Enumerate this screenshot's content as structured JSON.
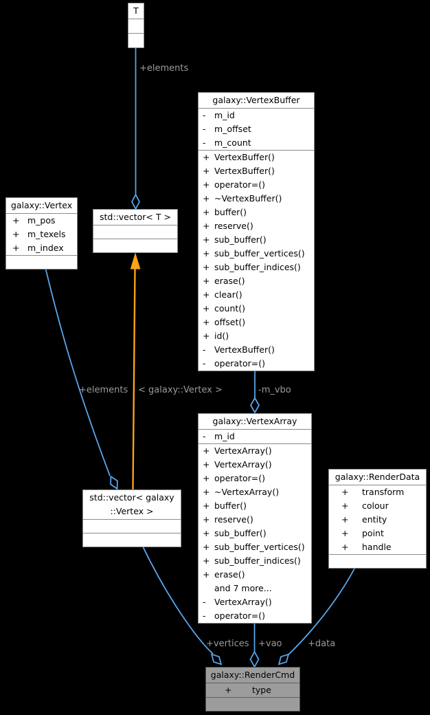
{
  "diagram": {
    "title": "galaxy::RenderCmd collaboration diagram",
    "colors": {
      "background": "#000000",
      "edge_blue": "#58a6ec",
      "edge_orange": "#fba318",
      "edge_label_text": "#9b9b9b",
      "node_fill": "#ffffff",
      "node_border": "#8a8a8a",
      "node_text": "#000000",
      "highlight_node_fill": "#9c9c9c",
      "highlight_node_border": "#4f4f4f"
    }
  },
  "classes": {
    "t": {
      "title": "T"
    },
    "std_vector_t": {
      "title": "std::vector< T >"
    },
    "std_vector_vertex": {
      "title": "std::vector< galaxy\n::Vertex >"
    },
    "vertex": {
      "title": "galaxy::Vertex",
      "attributes": [
        {
          "v": "+",
          "n": "m_pos"
        },
        {
          "v": "+",
          "n": "m_texels"
        },
        {
          "v": "+",
          "n": "m_index"
        }
      ]
    },
    "vertex_buffer": {
      "title": "galaxy::VertexBuffer",
      "attributes": [
        {
          "v": "-",
          "n": "m_id"
        },
        {
          "v": "-",
          "n": "m_offset"
        },
        {
          "v": "-",
          "n": "m_count"
        }
      ],
      "methods": [
        {
          "v": "+",
          "n": "VertexBuffer()"
        },
        {
          "v": "+",
          "n": "VertexBuffer()"
        },
        {
          "v": "+",
          "n": "operator=()"
        },
        {
          "v": "+",
          "n": "~VertexBuffer()"
        },
        {
          "v": "+",
          "n": "buffer()"
        },
        {
          "v": "+",
          "n": "reserve()"
        },
        {
          "v": "+",
          "n": "sub_buffer()"
        },
        {
          "v": "+",
          "n": "sub_buffer_vertices()"
        },
        {
          "v": "+",
          "n": "sub_buffer_indices()"
        },
        {
          "v": "+",
          "n": "erase()"
        },
        {
          "v": "+",
          "n": "clear()"
        },
        {
          "v": "+",
          "n": "count()"
        },
        {
          "v": "+",
          "n": "offset()"
        },
        {
          "v": "+",
          "n": "id()"
        },
        {
          "v": "-",
          "n": "VertexBuffer()"
        },
        {
          "v": "-",
          "n": "operator=()"
        }
      ]
    },
    "vertex_array": {
      "title": "galaxy::VertexArray",
      "attributes": [
        {
          "v": "-",
          "n": "m_id"
        }
      ],
      "methods": [
        {
          "v": "+",
          "n": "VertexArray()"
        },
        {
          "v": "+",
          "n": "VertexArray()"
        },
        {
          "v": "+",
          "n": "operator=()"
        },
        {
          "v": "+",
          "n": "~VertexArray()"
        },
        {
          "v": "+",
          "n": "buffer()"
        },
        {
          "v": "+",
          "n": "reserve()"
        },
        {
          "v": "+",
          "n": "sub_buffer()"
        },
        {
          "v": "+",
          "n": "sub_buffer_vertices()"
        },
        {
          "v": "+",
          "n": "sub_buffer_indices()"
        },
        {
          "v": "+",
          "n": "erase()"
        },
        {
          "v": "",
          "n": "and 7 more..."
        },
        {
          "v": "-",
          "n": "VertexArray()"
        },
        {
          "v": "-",
          "n": "operator=()"
        }
      ]
    },
    "render_data": {
      "title": "galaxy::RenderData",
      "attributes": [
        {
          "v": "+",
          "n": "transform"
        },
        {
          "v": "+",
          "n": "colour"
        },
        {
          "v": "+",
          "n": "entity"
        },
        {
          "v": "+",
          "n": "point"
        },
        {
          "v": "+",
          "n": "handle"
        }
      ]
    },
    "render_cmd": {
      "title": "galaxy::RenderCmd",
      "attributes": [
        {
          "v": "+",
          "n": "type"
        }
      ]
    }
  },
  "edge_labels": {
    "elements_top": "+elements",
    "elements_mid": "+elements",
    "template_args": "< galaxy::Vertex >",
    "m_vbo": "-m_vbo",
    "vertices": "+vertices",
    "vao": "+vao",
    "data": "+data"
  }
}
